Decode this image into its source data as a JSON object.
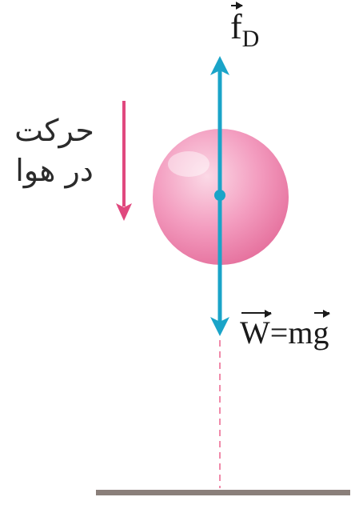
{
  "colors": {
    "force_arrow": "#1aa4c8",
    "motion_arrow": "#e0487e",
    "ball_light": "#fbd9e6",
    "ball_mid": "#f39cbf",
    "ball_dark": "#e56f9c",
    "ground": "#8a7f7a",
    "dashed_line": "#f08aaa"
  },
  "labels": {
    "motion_line1": "حرکت",
    "motion_line2": "در هوا",
    "drag_force": {
      "symbol": "f",
      "subscript": "D"
    },
    "weight": {
      "W": "W",
      "equals_m": "=m",
      "g": "g"
    }
  },
  "icons": {
    "motion": "down-arrow-icon",
    "drag": "up-arrow-icon",
    "weight": "down-arrow-icon"
  }
}
